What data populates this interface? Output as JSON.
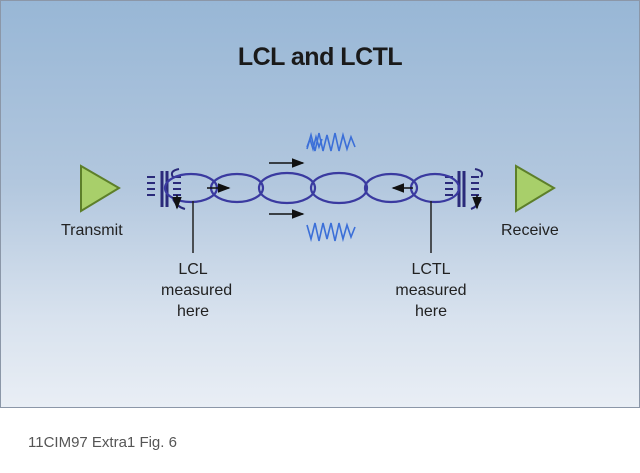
{
  "figure": {
    "title": "LCL and LCTL",
    "labels": {
      "transmit": "Transmit",
      "receive": "Receive",
      "lcl": [
        "LCL",
        "measured",
        "here"
      ],
      "lctl": [
        "LCTL",
        "measured",
        "here"
      ]
    }
  },
  "caption": "11CIM97 Extra1 Fig. 6",
  "colors": {
    "background_top": "#98b7d6",
    "background_bottom": "#e9eef5",
    "amplifier": "#a8cf6a",
    "cable": "#3a3aa0",
    "noise": "#3b6fd8",
    "transformer": "#2a2a7a",
    "text": "#1a1a1a"
  },
  "icons": [
    "transmit-amplifier-icon",
    "receive-amplifier-icon",
    "transformer-icon",
    "noise-icon"
  ]
}
